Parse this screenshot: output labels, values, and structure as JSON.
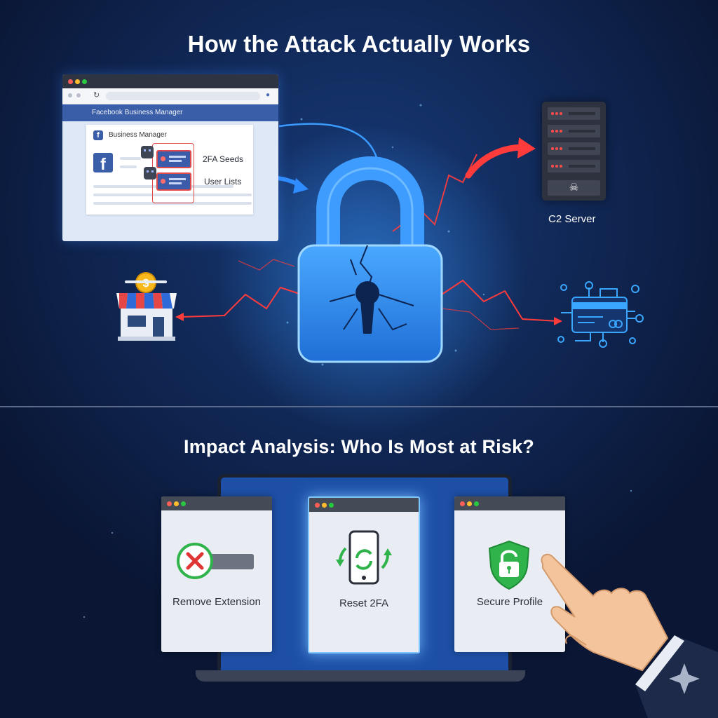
{
  "titles": {
    "top": "How the Attack Actually Works",
    "bottom": "Impact Analysis: Who Is Most at Risk?"
  },
  "browser": {
    "tab_label": "Facebook Business Manager",
    "panel_title": "Business Manager",
    "item_1": "2FA Seeds",
    "item_2": "User Lists"
  },
  "server": {
    "label": "C2 Server"
  },
  "actions": {
    "remove": "Remove Extension",
    "reset": "Reset 2FA",
    "secure": "Secure Profile"
  },
  "colors": {
    "background": "#0b1a3a",
    "lock_glow": "#3a9bff",
    "attack_red": "#ff3b3b",
    "facebook_blue": "#3b5ea8",
    "success_green": "#2fb34a"
  },
  "icons": [
    "facebook-icon",
    "lock-icon",
    "server-icon",
    "skull-icon",
    "store-icon",
    "dollar-coin-icon",
    "credit-card-icon",
    "remove-x-icon",
    "phone-sync-icon",
    "shield-lock-icon",
    "pointing-hand-icon",
    "sparkle-icon"
  ]
}
